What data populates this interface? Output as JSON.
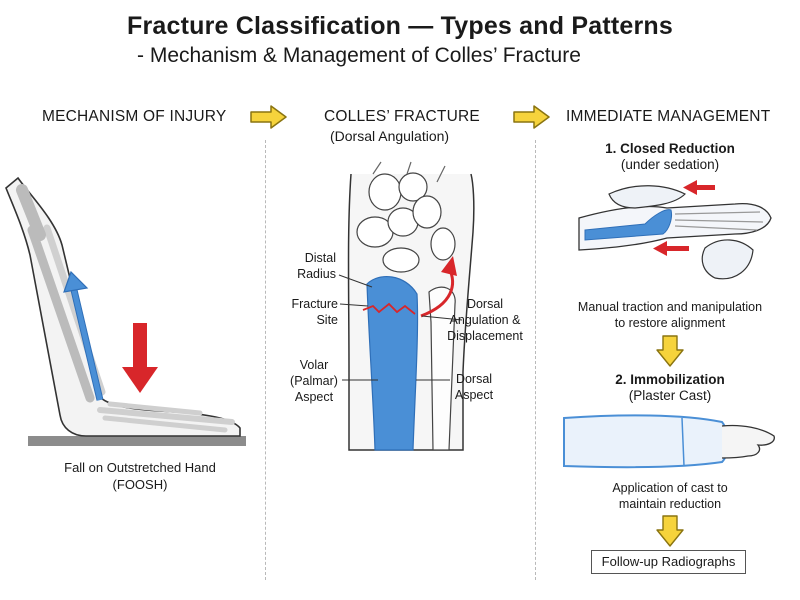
{
  "header": {
    "title": "Fracture Classification — Types and Patterns",
    "subtitle": "- Mechanism & Management of Colles’ Fracture"
  },
  "columns": {
    "mechanism": {
      "heading": "MECHANISM OF INJURY",
      "caption_line1": "Fall on Outstretched Hand",
      "caption_line2": "(FOOSH)"
    },
    "fracture": {
      "heading": "COLLES’ FRACTURE",
      "subheading": "(Dorsal Angulation)",
      "labels": {
        "distal_radius_1": "Distal",
        "distal_radius_2": "Radius",
        "fracture_site_1": "Fracture",
        "fracture_site_2": "Site",
        "dorsal_angulation_1": "Dorsal",
        "dorsal_angulation_2": "Angulation &",
        "dorsal_angulation_3": "Displacement",
        "volar_1": "Volar",
        "volar_2": "(Palmar)",
        "volar_3": "Aspect",
        "dorsal_aspect_1": "Dorsal",
        "dorsal_aspect_2": "Aspect"
      }
    },
    "management": {
      "heading": "IMMEDIATE MANAGEMENT",
      "step1_title": "1. Closed Reduction",
      "step1_sub": "(under sedation)",
      "step1_desc_1": "Manual traction and manipulation",
      "step1_desc_2": "to restore alignment",
      "step2_title": "2. Immobilization",
      "step2_sub": "(Plaster Cast)",
      "step2_desc_1": "Application of cast to",
      "step2_desc_2": "maintain reduction",
      "followup": "Follow-up Radiographs"
    }
  },
  "colors": {
    "bone_blue": "#4a8fd6",
    "force_red": "#d8262a",
    "arrow_yellow": "#f6d33c",
    "arrow_yellow_stroke": "#8a7410",
    "outline": "#333333",
    "ground": "#8c8c8c"
  }
}
